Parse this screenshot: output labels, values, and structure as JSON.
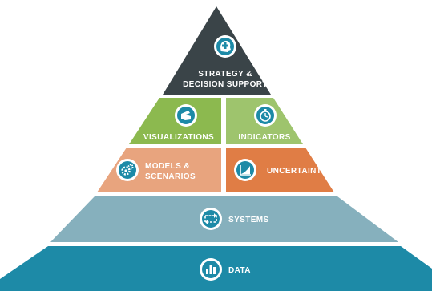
{
  "pyramid": {
    "colors": {
      "strategy": "#3a4448",
      "visualizations": "#8cb94f",
      "indicators": "#9ec46d",
      "models": "#e8a47e",
      "uncertainty": "#e07d45",
      "systems": "#86b0bd",
      "data": "#1d8aa7",
      "icon_border": "#ffffff"
    },
    "levels": {
      "strategy": {
        "label_line1": "STRATEGY &",
        "label_line2": "DECISION SUPPORT",
        "icon": "head-plus-icon"
      },
      "visualizations": {
        "label": "VISUALIZATIONS",
        "icon": "pointing-hand-icon"
      },
      "indicators": {
        "label": "INDICATORS",
        "icon": "stopwatch-icon"
      },
      "models": {
        "label_line1": "MODELS  &",
        "label_line2": "SCENARIOS",
        "icon": "gears-icon"
      },
      "uncertainty": {
        "label": "UNCERTAINTY",
        "icon": "area-chart-icon"
      },
      "systems": {
        "label": "SYSTEMS",
        "icon": "cycle-arrows-icon"
      },
      "data": {
        "label": "DATA",
        "icon": "bar-chart-icon"
      }
    }
  }
}
